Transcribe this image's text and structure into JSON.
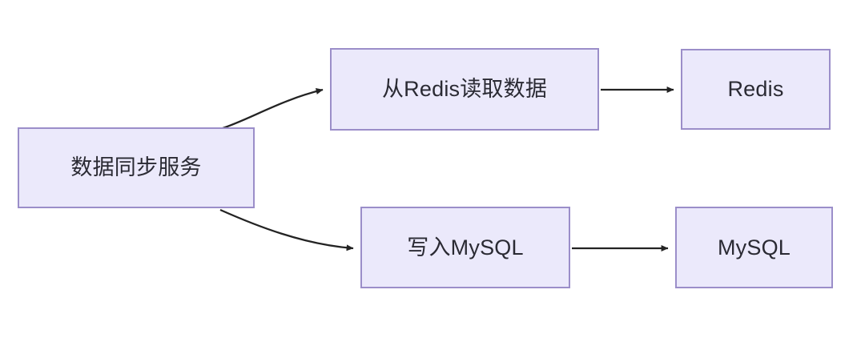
{
  "diagram": {
    "type": "flowchart",
    "orientation": "left-to-right",
    "background_color": "#ffffff",
    "node_fill_color": "#ebe9fb",
    "node_border_color": "#9b8ec9",
    "node_text_color": "#2a2a33",
    "edge_color": "#232323",
    "nodes": [
      {
        "id": "source",
        "label": "数据同步服务"
      },
      {
        "id": "read_redis",
        "label": "从Redis读取数据"
      },
      {
        "id": "redis",
        "label": "Redis"
      },
      {
        "id": "write_mysql",
        "label": "写入MySQL"
      },
      {
        "id": "mysql",
        "label": "MySQL"
      }
    ],
    "edges": [
      {
        "from": "source",
        "to": "read_redis",
        "style": "curved",
        "label": ""
      },
      {
        "from": "read_redis",
        "to": "redis",
        "style": "straight",
        "label": ""
      },
      {
        "from": "source",
        "to": "write_mysql",
        "style": "curved",
        "label": ""
      },
      {
        "from": "write_mysql",
        "to": "mysql",
        "style": "straight",
        "label": ""
      }
    ]
  }
}
